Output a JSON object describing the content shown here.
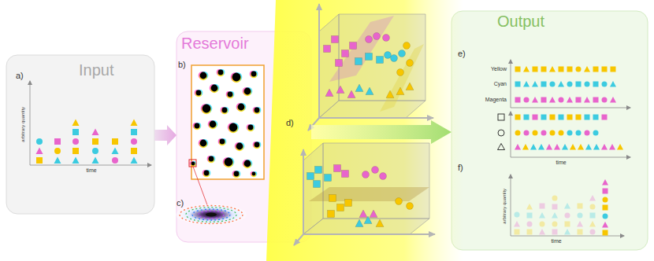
{
  "diagram": {
    "nodes": [
      {
        "text": [
          "Input"
        ]
      },
      {
        "text": [
          "Reservoir"
        ]
      },
      {
        "text": [
          "Output"
        ]
      }
    ],
    "edges": [
      {
        "from": 0,
        "to": 1,
        "arrow": "to"
      },
      {
        "from": 1,
        "to": 2,
        "arrow": "to"
      }
    ],
    "labels": [
      "a)",
      "arbitrary quantity",
      "time",
      "b)",
      "c)",
      "d)",
      "e)",
      "Yellow",
      "Cyan",
      "Magenta",
      "time",
      "f)",
      "arbitrary quantity",
      "time"
    ]
  }
}
